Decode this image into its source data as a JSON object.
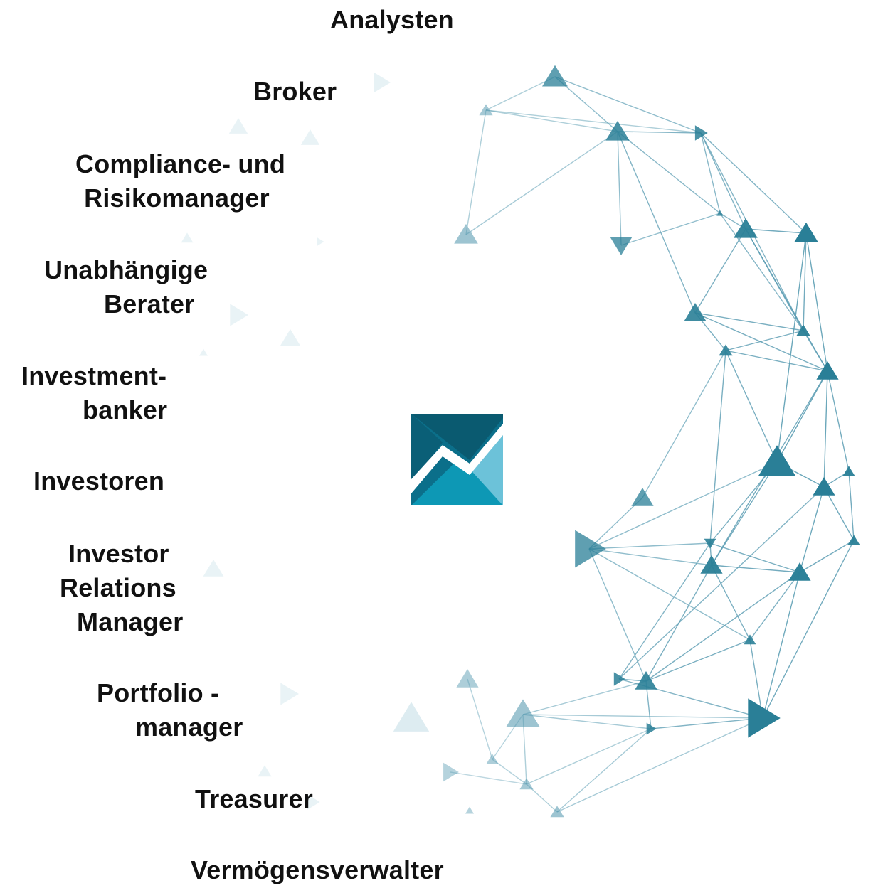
{
  "labels": {
    "analysten": "Analysten",
    "broker": "Broker",
    "compliance_1": "Compliance- und",
    "compliance_2": "Risikomanager",
    "unabhaengige_1": "Unabhängige",
    "unabhaengige_2": "Berater",
    "investment_1": "Investment-",
    "investment_2": "banker",
    "investoren": "Investoren",
    "ir_1": "Investor",
    "ir_2": "Relations",
    "ir_3": "Manager",
    "portfolio_1": "Portfolio -",
    "portfolio_2": "manager",
    "treasurer": "Treasurer",
    "vermoegen": "Vermögensverwalter"
  },
  "colors": {
    "network_dark": "#2a7f97",
    "network_mid": "#5b9db3",
    "network_light": "#a9cfdc",
    "logo_dark": "#0a5a70",
    "logo_teal": "#0d98b5",
    "logo_light": "#6cc2d9",
    "text": "#111111"
  }
}
